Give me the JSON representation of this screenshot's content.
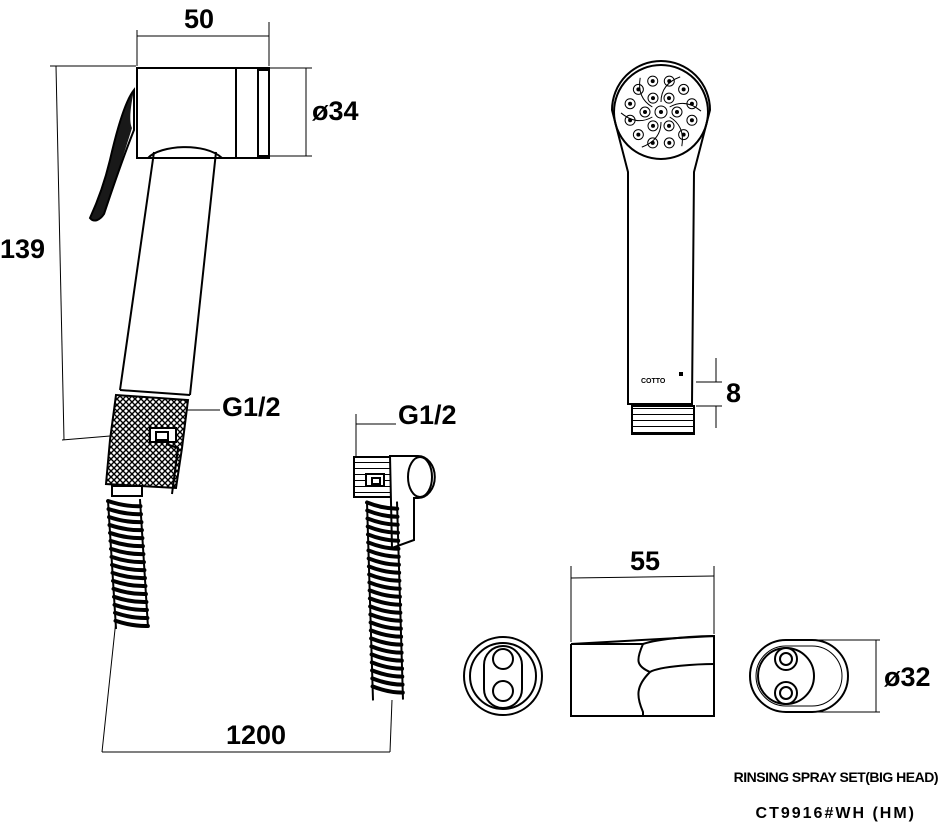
{
  "dimensions": {
    "width_top": "50",
    "head_diameter": "ø34",
    "height_total": "139",
    "thread_left": "G1/2",
    "thread_hose": "G1/2",
    "thread_length": "8",
    "holder_width": "55",
    "holder_diameter": "ø32",
    "hose_length": "1200"
  },
  "title_block": {
    "product_name": "RINSING SPRAY SET(BIG HEAD)",
    "product_code": "CT9916#WH (HM)"
  },
  "brand": {
    "logo_text": "COTTO"
  }
}
